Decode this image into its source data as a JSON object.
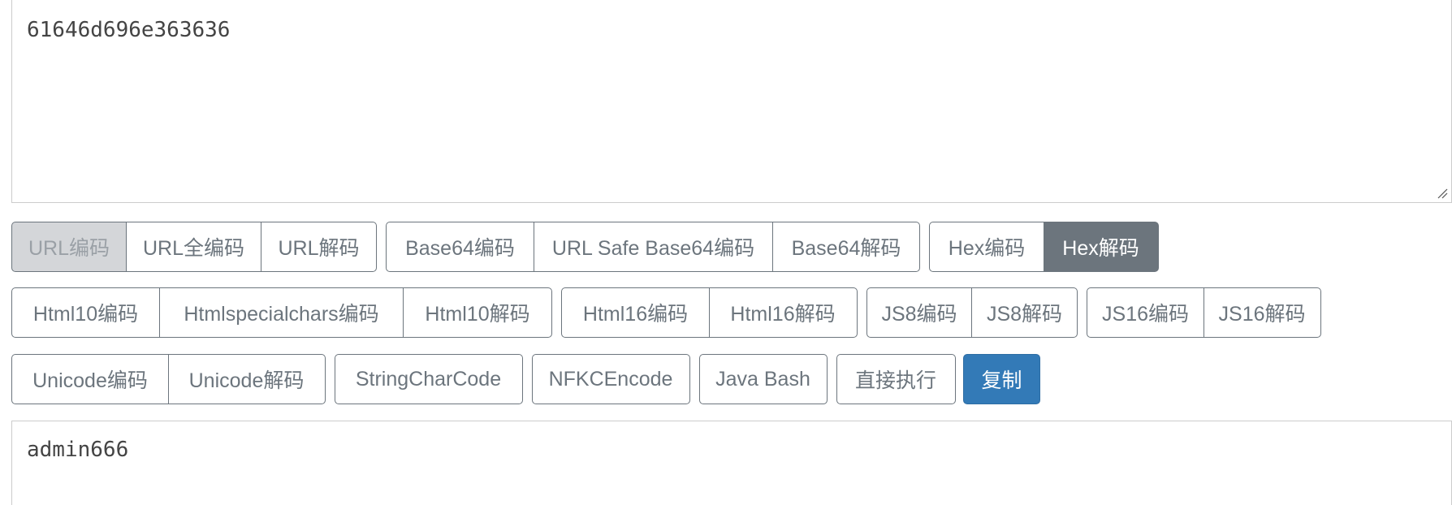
{
  "input": {
    "value": "61646d696e363636"
  },
  "output": {
    "value": "admin666"
  },
  "row1": {
    "url_group": [
      "URL编码",
      "URL全编码",
      "URL解码"
    ],
    "base64_group": [
      "Base64编码",
      "URL Safe Base64编码",
      "Base64解码"
    ],
    "hex_group": [
      "Hex编码",
      "Hex解码"
    ]
  },
  "row2": {
    "html10_group": [
      "Html10编码",
      "Htmlspecialchars编码",
      "Html10解码"
    ],
    "html16_group": [
      "Html16编码",
      "Html16解码"
    ],
    "js8_group": [
      "JS8编码",
      "JS8解码"
    ],
    "js16_group": [
      "JS16编码",
      "JS16解码"
    ]
  },
  "row3": {
    "unicode_group": [
      "Unicode编码",
      "Unicode解码"
    ],
    "stringcharcode": "StringCharCode",
    "nfkcencode": "NFKCEncode",
    "java_bash": "Java Bash",
    "execute": "直接执行",
    "copy": "复制"
  },
  "colors": {
    "secondary": "#6c757d",
    "primary": "#337ab7",
    "disabled_bg": "#d4d6d9"
  }
}
